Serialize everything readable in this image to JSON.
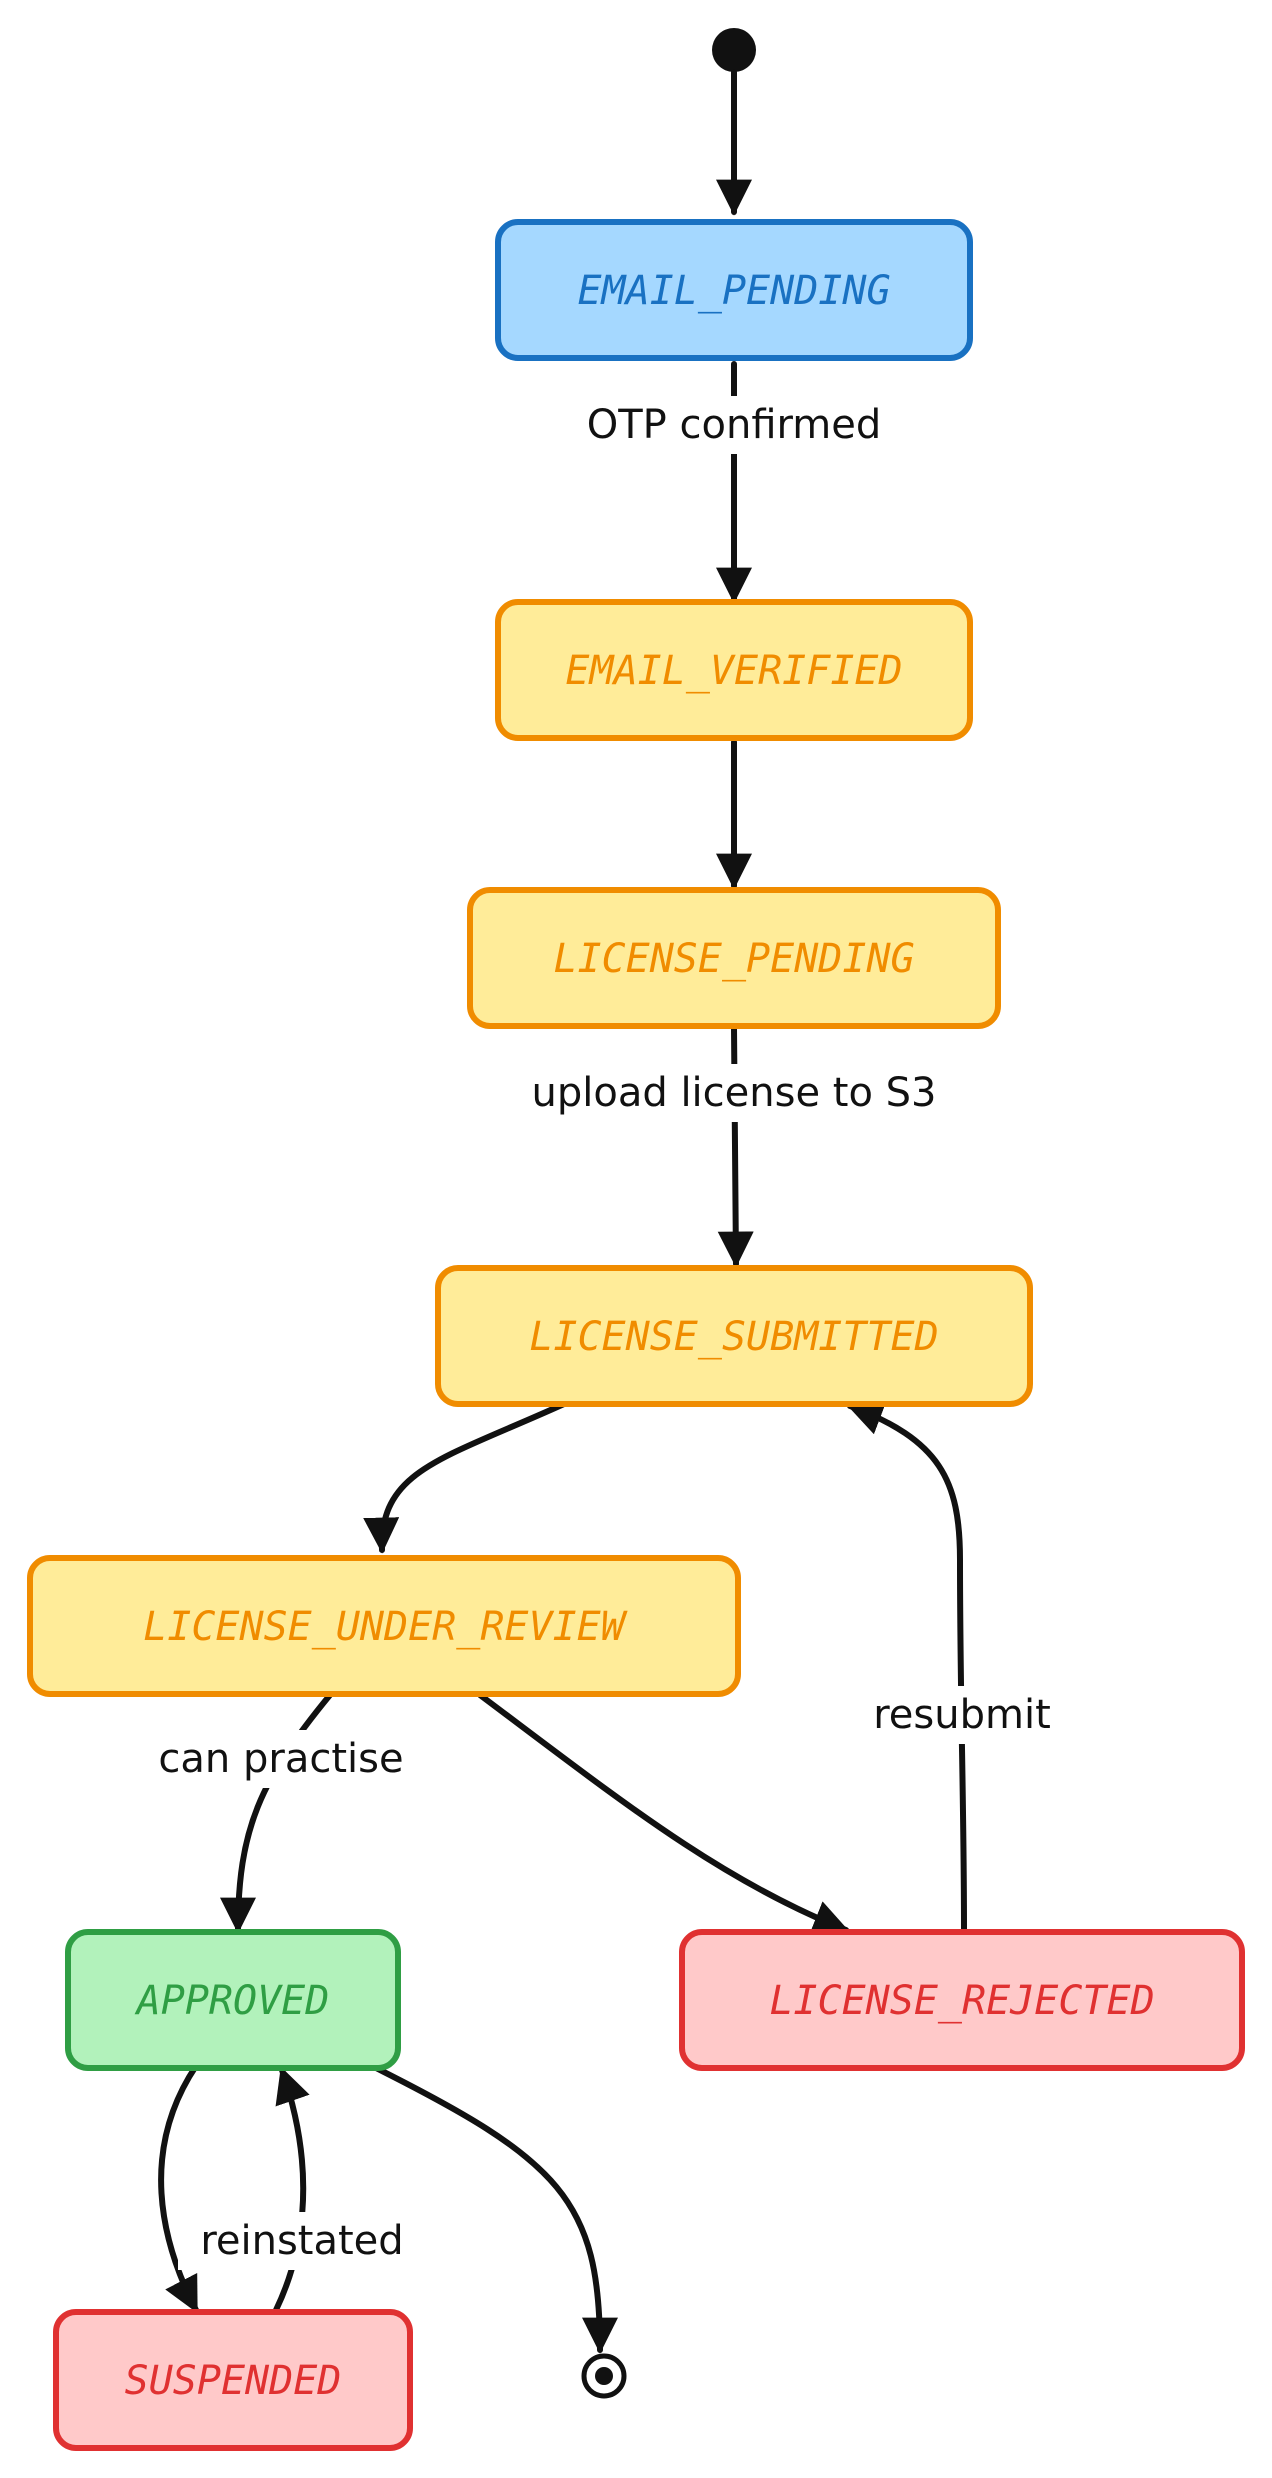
{
  "diagram": {
    "colors": {
      "blue_fill": "#a5d8ff",
      "blue_stroke": "#1971c2",
      "yellow_fill": "#ffec99",
      "yellow_stroke": "#f08c00",
      "green_fill": "#b2f2bb",
      "green_stroke": "#2f9e44",
      "red_fill": "#ffc9c9",
      "red_stroke": "#e03131",
      "edge": "#111111"
    },
    "states": {
      "email_pending": "EMAIL_PENDING",
      "email_verified": "EMAIL_VERIFIED",
      "license_pending": "LICENSE_PENDING",
      "license_submitted": "LICENSE_SUBMITTED",
      "license_under_review": "LICENSE_UNDER_REVIEW",
      "approved": "APPROVED",
      "license_rejected": "LICENSE_REJECTED",
      "suspended": "SUSPENDED"
    },
    "transitions": {
      "otp_confirmed": "OTP confirmed",
      "upload_license": "upload license to S3",
      "can_practise": "can practise",
      "resubmit": "resubmit",
      "reinstated": "reinstated"
    }
  }
}
